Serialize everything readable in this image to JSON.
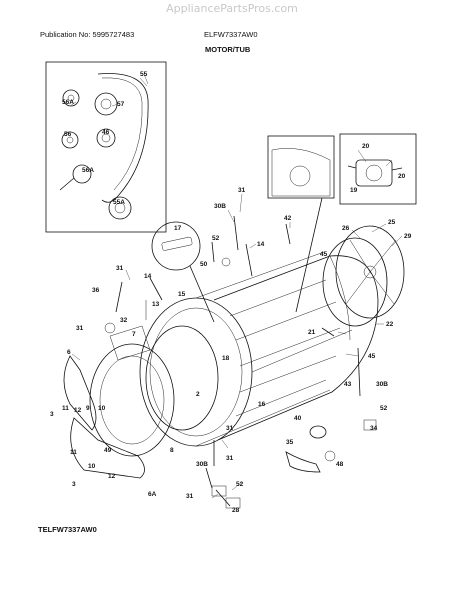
{
  "header": {
    "site": "AppliancePartsPros.com",
    "publication": "Publication No: 5995727483",
    "model": "ELFW7337AW0",
    "section": "MOTOR/TUB"
  },
  "footer": {
    "diagram_id": "TELFW7337AW0"
  },
  "callouts": {
    "c55": "55",
    "c56a_top": "56A",
    "c57": "57",
    "c56": "56",
    "c46": "46",
    "c56a_low": "56A",
    "c55a": "55A",
    "c20_top": "20",
    "c19": "19",
    "c20_low": "20",
    "c31_a": "31",
    "c30b_a": "30B",
    "c17": "17",
    "c52_a": "52",
    "c14_a": "14",
    "c42": "42",
    "c25": "25",
    "c26": "26",
    "c29": "29",
    "c31_b": "31",
    "c14_b": "14",
    "c50": "50",
    "c13": "13",
    "c15": "15",
    "c45_a": "45",
    "c36": "36",
    "c32": "32",
    "c21": "21",
    "c31_c": "31",
    "c7": "7",
    "c6": "6",
    "c22": "22",
    "c45_b": "45",
    "c43": "43",
    "c30b_b": "30B",
    "c18": "18",
    "c16": "16",
    "c3_a": "3",
    "c11_a": "11",
    "c12_a": "12",
    "c9": "9",
    "c10_a": "10",
    "c2": "2",
    "c31_d": "31",
    "c52_b": "52",
    "c40": "40",
    "c34": "34",
    "c49": "49",
    "c8": "8",
    "c30b_c": "30B",
    "c31_e": "31",
    "c35": "35",
    "c48": "48",
    "c11_b": "11",
    "c10_b": "10",
    "c12_b": "12",
    "c3_b": "3",
    "c6a": "6A",
    "c31_f": "31",
    "c52_c": "52",
    "c28": "28"
  }
}
